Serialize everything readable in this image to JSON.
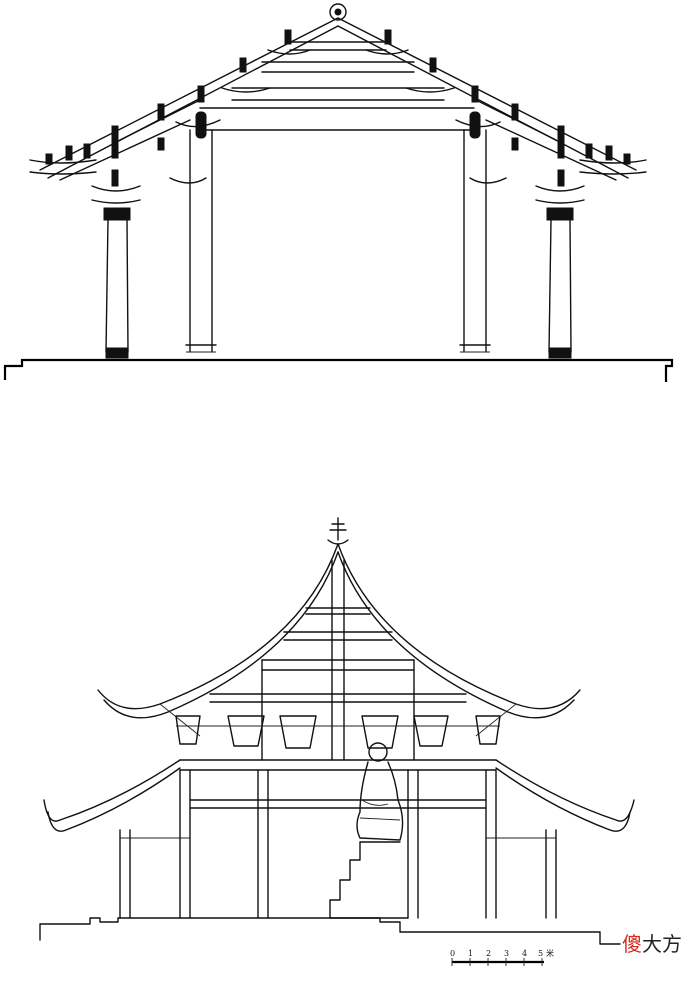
{
  "scale_bar": {
    "ticks": [
      "0",
      "1",
      "2",
      "3",
      "4",
      "5"
    ],
    "unit": "米"
  },
  "watermark": {
    "accent_char": "傻",
    "rest": "大方",
    "accent_color": "#d32b1f"
  }
}
